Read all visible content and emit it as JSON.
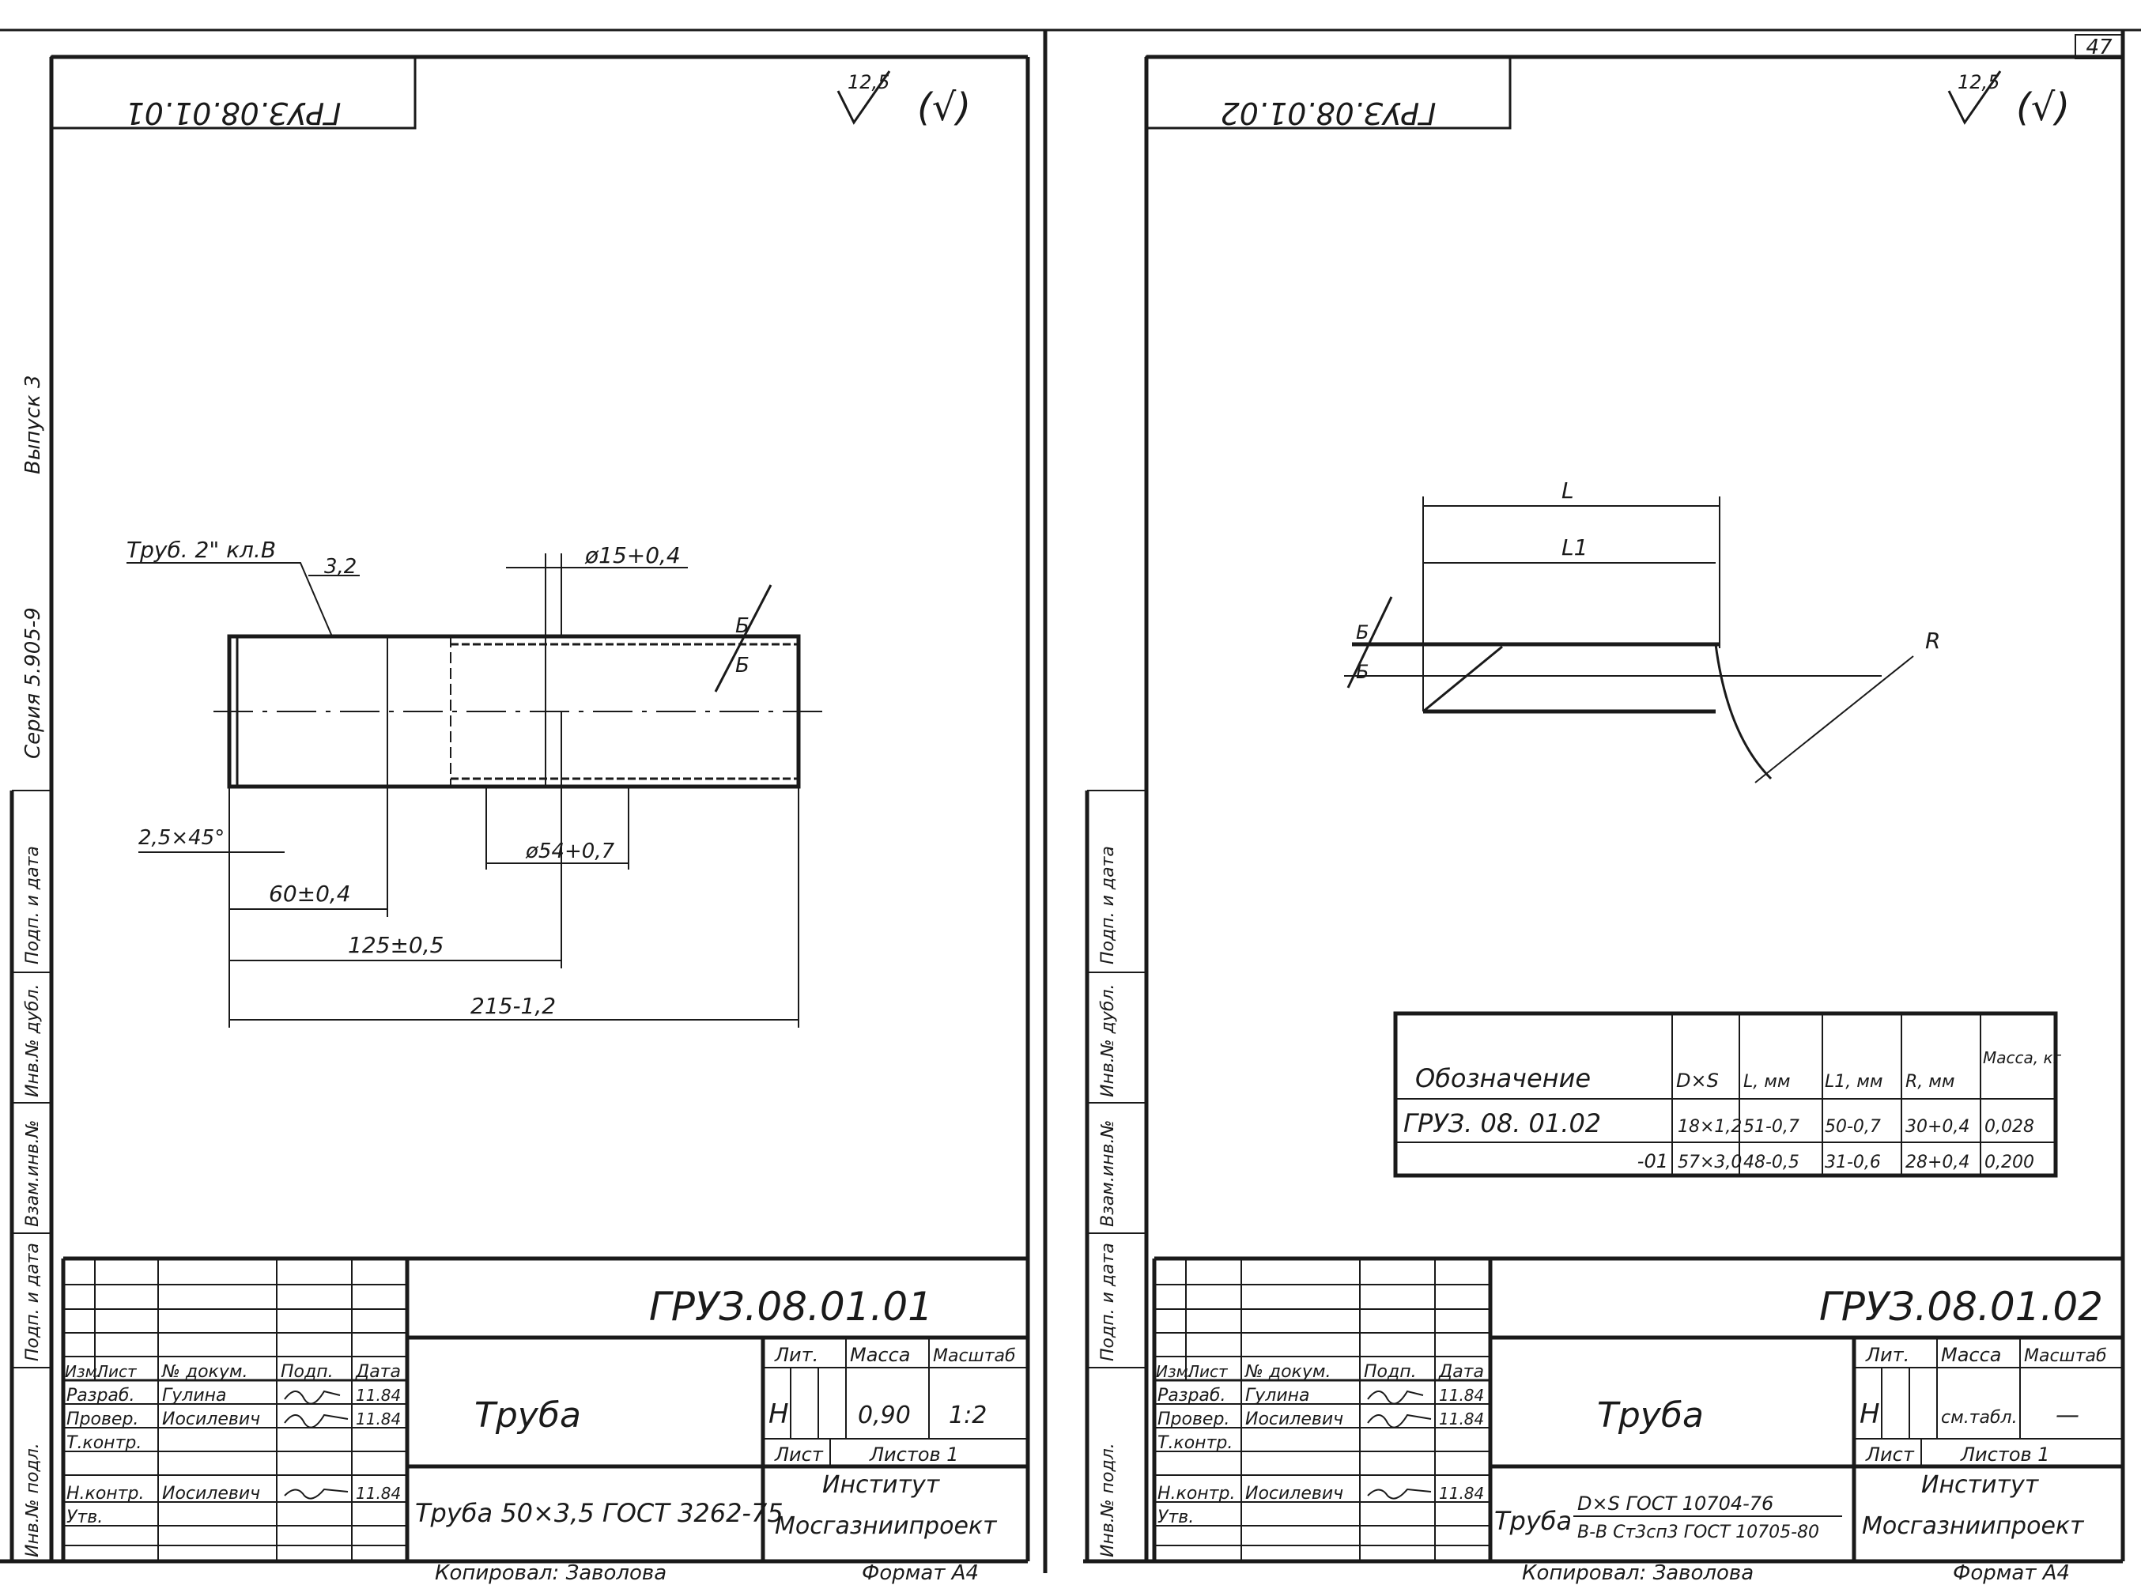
{
  "page_number": "47",
  "left_sheet": {
    "stamp_mirrored": "ГРУЗ.08.01.01",
    "roughness_value": "12,5",
    "roughness_symbol": "(√)",
    "side_strip": {
      "series": "Серия 5.905-9",
      "issue": "Выпуск 3",
      "cells": [
        "Подп. и дата",
        "Инв.№ дубл.",
        "Взам.инв.№",
        "Подп. и дата",
        "Инв.№ подл."
      ]
    },
    "drawing": {
      "thread_label": "Труб. 2\" кл.В",
      "thread_roughness": "3,2",
      "dim_hole": "ø15+0,4",
      "dim_chamfer": "2,5×45°",
      "dim_60": "60±0,4",
      "dim_125": "125±0,5",
      "dim_215": "215-1,2",
      "dim_d54": "ø54+0,7",
      "section_mark": "Б"
    },
    "title_block": {
      "designation": "ГРУЗ.08.01.01",
      "name": "Труба",
      "material": "Труба 50×3,5 ГОСТ 3262-75",
      "col_headers": [
        "Изм.",
        "Лист",
        "№ докум.",
        "Подп.",
        "Дата"
      ],
      "roles": [
        {
          "role": "Разраб.",
          "name": "Гулина",
          "date": "11.84"
        },
        {
          "role": "Провер.",
          "name": "Иосилевич",
          "date": "11.84"
        },
        {
          "role": "Т.контр.",
          "name": "",
          "date": ""
        },
        {
          "role": "Н.контр.",
          "name": "Иосилевич",
          "date": "11.84"
        },
        {
          "role": "Утв.",
          "name": "",
          "date": ""
        }
      ],
      "lit_header": "Лит.",
      "mass_header": "Масса",
      "scale_header": "Масштаб",
      "lit_value": "Н",
      "mass_value": "0,90",
      "scale_value": "1:2",
      "sheet_label": "Лист",
      "sheets_label": "Листов 1",
      "org_line1": "Институт",
      "org_line2": "Мосгазниипроект",
      "copied": "Копировал: Заволова",
      "format": "Формат А4"
    }
  },
  "right_sheet": {
    "stamp_mirrored": "ГРУЗ.08.01.02",
    "roughness_value": "12,5",
    "roughness_symbol": "(√)",
    "side_strip": {
      "cells": [
        "Подп. и дата",
        "Инв.№ дубл.",
        "Взам.инв.№",
        "Подп. и дата",
        "Инв.№ подл."
      ]
    },
    "drawing": {
      "dim_L": "L",
      "dim_L1": "L1",
      "dim_R": "R",
      "section_mark": "Б"
    },
    "table": {
      "headers": [
        "Обозначение",
        "D×S",
        "L, мм",
        "L1, мм",
        "R, мм",
        "Масса, кг"
      ],
      "rows": [
        [
          "ГРУЗ. 08. 01.02",
          "18×1,2",
          "51-0,7",
          "50-0,7",
          "30+0,4",
          "0,028"
        ],
        [
          "-01",
          "57×3,0",
          "48-0,5",
          "31-0,6",
          "28+0,4",
          "0,200"
        ]
      ]
    },
    "title_block": {
      "designation": "ГРУЗ.08.01.02",
      "name": "Труба",
      "material_prefix": "Труба",
      "material_line1": "D×S ГОСТ 10704-76",
      "material_line2": "В-В Ст3сп3 ГОСТ 10705-80",
      "col_headers": [
        "Изм.",
        "Лист",
        "№ докум.",
        "Подп.",
        "Дата"
      ],
      "roles": [
        {
          "role": "Разраб.",
          "name": "Гулина",
          "date": "11.84"
        },
        {
          "role": "Провер.",
          "name": "Иосилевич",
          "date": "11.84"
        },
        {
          "role": "Т.контр.",
          "name": "",
          "date": ""
        },
        {
          "role": "Н.контр.",
          "name": "Иосилевич",
          "date": "11.84"
        },
        {
          "role": "Утв.",
          "name": "",
          "date": ""
        }
      ],
      "lit_header": "Лит.",
      "mass_header": "Масса",
      "scale_header": "Масштаб",
      "lit_value": "Н",
      "mass_value": "см.табл.",
      "scale_value": "—",
      "sheet_label": "Лист",
      "sheets_label": "Листов 1",
      "org_line1": "Институт",
      "org_line2": "Мосгазниипроект",
      "copied": "Копировал: Заволова",
      "format": "Формат А4"
    }
  }
}
